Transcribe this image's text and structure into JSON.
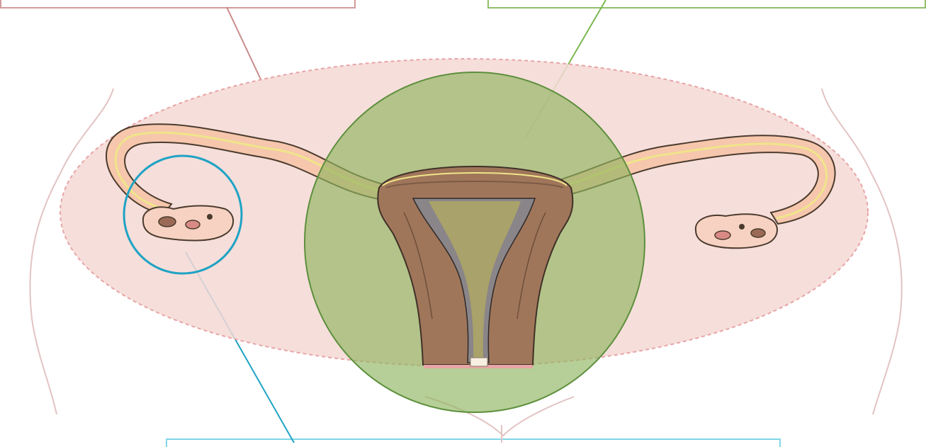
{
  "diagram": {
    "callouts": [
      {
        "id": "pelvic-region",
        "color": "#d29a9a",
        "text": ""
      },
      {
        "id": "uterus",
        "color": "#8fbf6a",
        "text": ""
      },
      {
        "id": "ovary",
        "color": "#1fa3c4",
        "text": ""
      }
    ],
    "regions": {
      "pelvic_area_fill": "#f5d8d5",
      "uterus_highlight_fill": "#9bb56a",
      "ovary_highlight_stroke": "#1fa3c4"
    }
  }
}
